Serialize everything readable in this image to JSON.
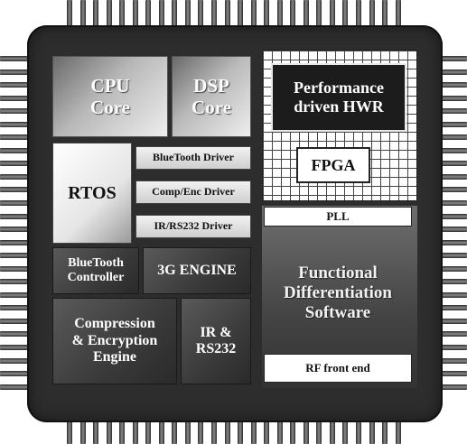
{
  "chip": {
    "blocks": {
      "cpu_core": "CPU\nCore",
      "dsp_core": "DSP\nCore",
      "rtos": "RTOS",
      "bluetooth_driver": "BlueTooth Driver",
      "comp_enc_driver": "Comp/Enc Driver",
      "ir_rs232_driver": "IR/RS232 Driver",
      "bluetooth_controller": "BlueTooth\nController",
      "engine_3g": "3G ENGINE",
      "compression_encryption": "Compression\n& Encryption\nEngine",
      "ir_rs232": "IR &\nRS232",
      "performance_hwr": "Performance\ndriven HWR",
      "fpga": "FPGA",
      "pll": "PLL",
      "functional_software": "Functional\nDifferentiation\nSoftware",
      "rf_front_end": "RF front end"
    }
  }
}
